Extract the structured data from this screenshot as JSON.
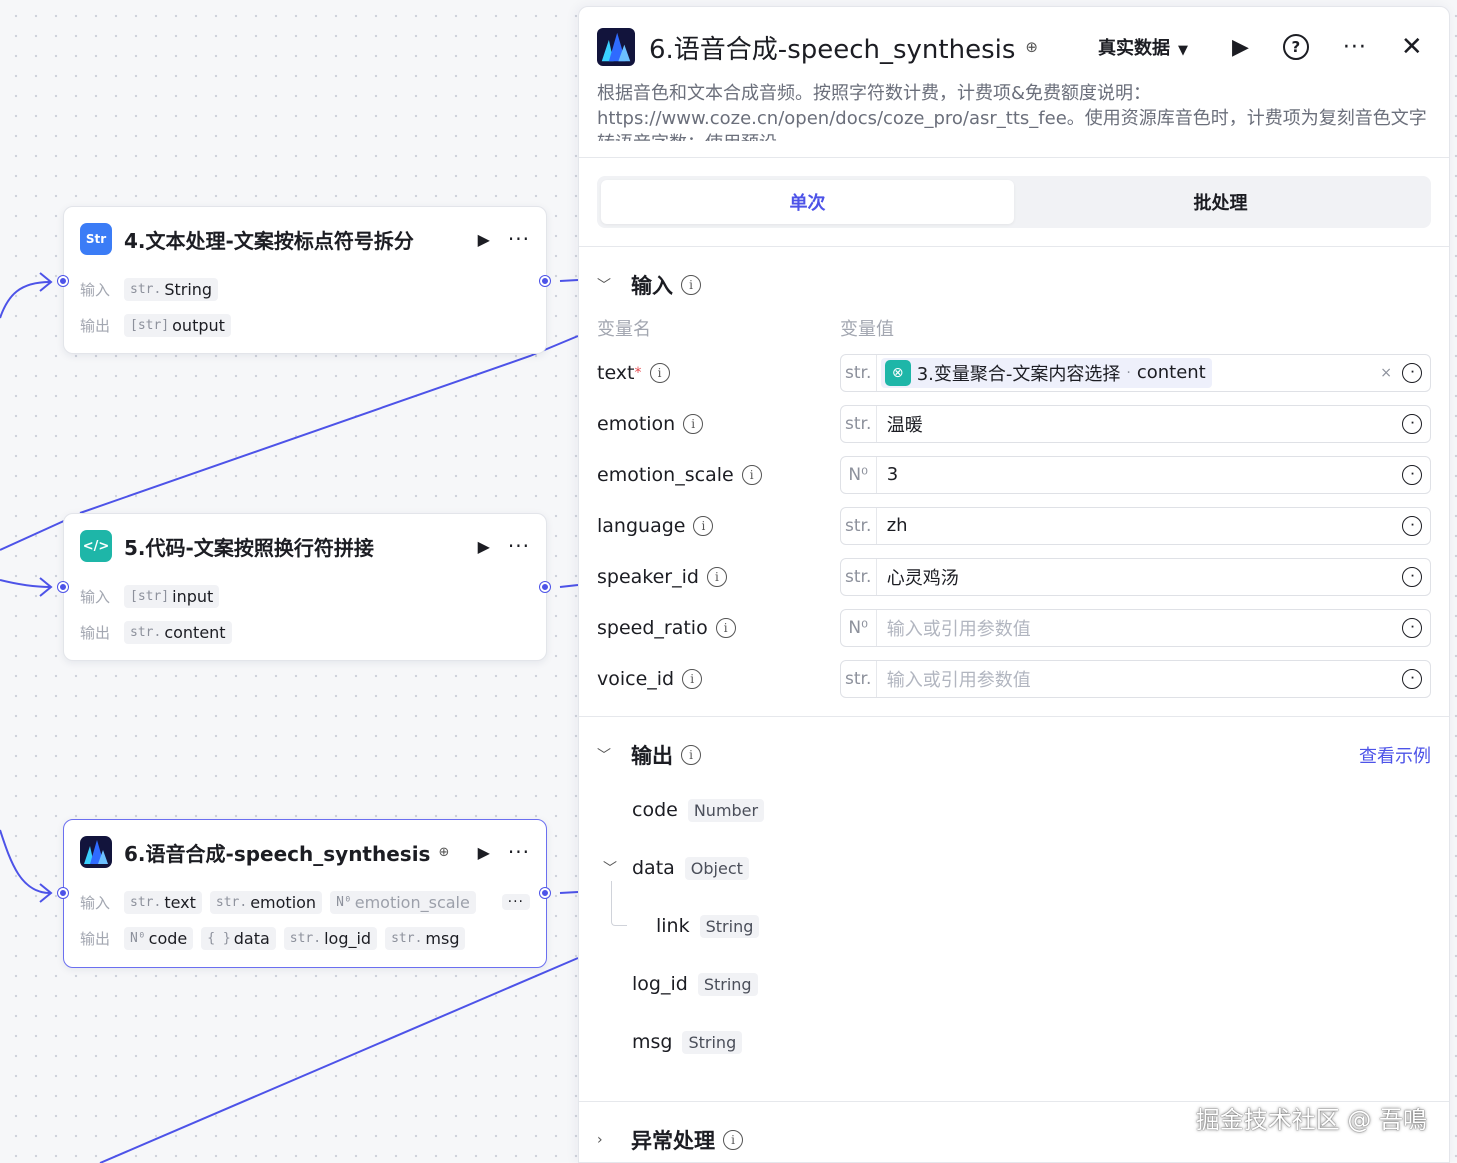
{
  "canvas": {
    "nodes": [
      {
        "title": "4.文本处理-文案按标点符号拆分",
        "icon": "text-process-icon",
        "icon_text": "Str",
        "icon_color": "#3b7cf6",
        "input_label": "输入",
        "output_label": "输出",
        "inputs": [
          {
            "type": "str.",
            "name": "String"
          }
        ],
        "outputs": [
          {
            "type": "[str]",
            "name": "output"
          }
        ]
      },
      {
        "title": "5.代码-文案按照换行符拼接",
        "icon": "code-icon",
        "icon_text": "</>",
        "icon_color": "#1eb6a8",
        "input_label": "输入",
        "output_label": "输出",
        "inputs": [
          {
            "type": "[str]",
            "name": "input"
          }
        ],
        "outputs": [
          {
            "type": "str.",
            "name": "content"
          }
        ]
      },
      {
        "title": "6.语音合成-speech_synthesis",
        "badge": "⊕",
        "icon": "volcano-logo-icon",
        "input_label": "输入",
        "output_label": "输出",
        "more": "···",
        "inputs": [
          {
            "type": "str.",
            "name": "text"
          },
          {
            "type": "str.",
            "name": "emotion"
          },
          {
            "type": "N⁰",
            "name": "emotion_scale"
          }
        ],
        "outputs": [
          {
            "type": "N⁰",
            "name": "code"
          },
          {
            "type": "{ }",
            "name": "data"
          },
          {
            "type": "str.",
            "name": "log_id"
          },
          {
            "type": "str.",
            "name": "msg"
          }
        ]
      }
    ]
  },
  "panel": {
    "title": "6.语音合成-speech_synthesis",
    "badge": "⊕",
    "mode": "真实数据",
    "description": "根据音色和文本合成音频。按照字符数计费，计费项&免费额度说明：https://www.coze.cn/open/docs/coze_pro/asr_tts_fee。使用资源库音色时，计费项为复刻音色文字转语音字数；使用预设…",
    "tabs": [
      {
        "label": "单次",
        "active": true
      },
      {
        "label": "批处理",
        "active": false
      }
    ],
    "input_section": {
      "title": "输入",
      "col_name": "变量名",
      "col_value": "变量值",
      "params": [
        {
          "name": "text",
          "required": true,
          "type": "str.",
          "ref_node": "3.变量聚合-文案内容选择",
          "ref_sep": "·",
          "ref_field": "content",
          "clear": "×"
        },
        {
          "name": "emotion",
          "type": "str.",
          "value": "温暖"
        },
        {
          "name": "emotion_scale",
          "type": "N⁰",
          "value": "3"
        },
        {
          "name": "language",
          "type": "str.",
          "value": "zh"
        },
        {
          "name": "speaker_id",
          "type": "str.",
          "value": "心灵鸡汤"
        },
        {
          "name": "speed_ratio",
          "type": "N⁰",
          "placeholder": "输入或引用参数值"
        },
        {
          "name": "voice_id",
          "type": "str.",
          "placeholder": "输入或引用参数值"
        }
      ]
    },
    "output_section": {
      "title": "输出",
      "link": "查看示例",
      "fields": [
        {
          "name": "code",
          "type": "Number"
        },
        {
          "name": "data",
          "type": "Object"
        },
        {
          "name": "link",
          "type": "String"
        },
        {
          "name": "log_id",
          "type": "String"
        },
        {
          "name": "msg",
          "type": "String"
        }
      ]
    },
    "error_section": {
      "title": "异常处理"
    }
  },
  "watermark": "掘金技术社区 @ 吾鳴",
  "colors": {
    "accent": "#4d53e8",
    "edge": "#4d53e8",
    "required": "#e5484d"
  }
}
